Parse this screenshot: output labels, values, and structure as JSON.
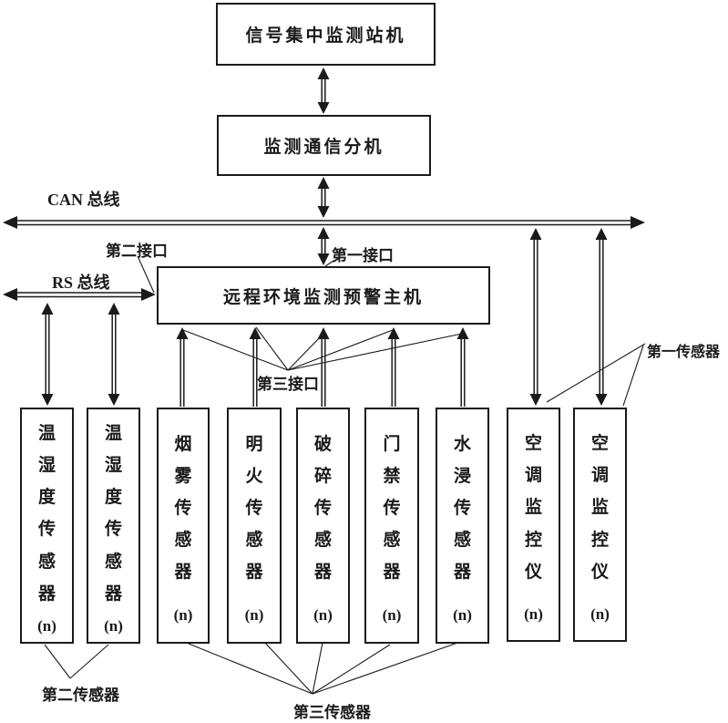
{
  "diagram": {
    "top_box": {
      "label": "信号集中监测站机"
    },
    "comm_box": {
      "label": "监测通信分机"
    },
    "main_box": {
      "label": "远程环境监测预警主机"
    },
    "bus_labels": {
      "can": "CAN 总线",
      "rs": "RS 总线"
    },
    "interface_labels": {
      "first": "第一接口",
      "second": "第二接口",
      "third": "第三接口"
    },
    "sensor_group_labels": {
      "first": "第一传感器",
      "second": "第二传感器",
      "third": "第三传感器"
    },
    "sensors": [
      {
        "label": "温湿度传感器",
        "suffix": "(n)"
      },
      {
        "label": "温湿度传感器",
        "suffix": "(n)"
      },
      {
        "label": "烟雾传感器",
        "suffix": "(n)"
      },
      {
        "label": "明火传感器",
        "suffix": "(n)"
      },
      {
        "label": "破碎传感器",
        "suffix": "(n)"
      },
      {
        "label": "门禁传感器",
        "suffix": "(n)"
      },
      {
        "label": "水浸传感器",
        "suffix": "(n)"
      },
      {
        "label": "空调监控仪",
        "suffix": "(n)"
      },
      {
        "label": "空调监控仪",
        "suffix": "(n)"
      }
    ],
    "colors": {
      "line": "#1a1a1a",
      "background": "#ffffff"
    }
  }
}
